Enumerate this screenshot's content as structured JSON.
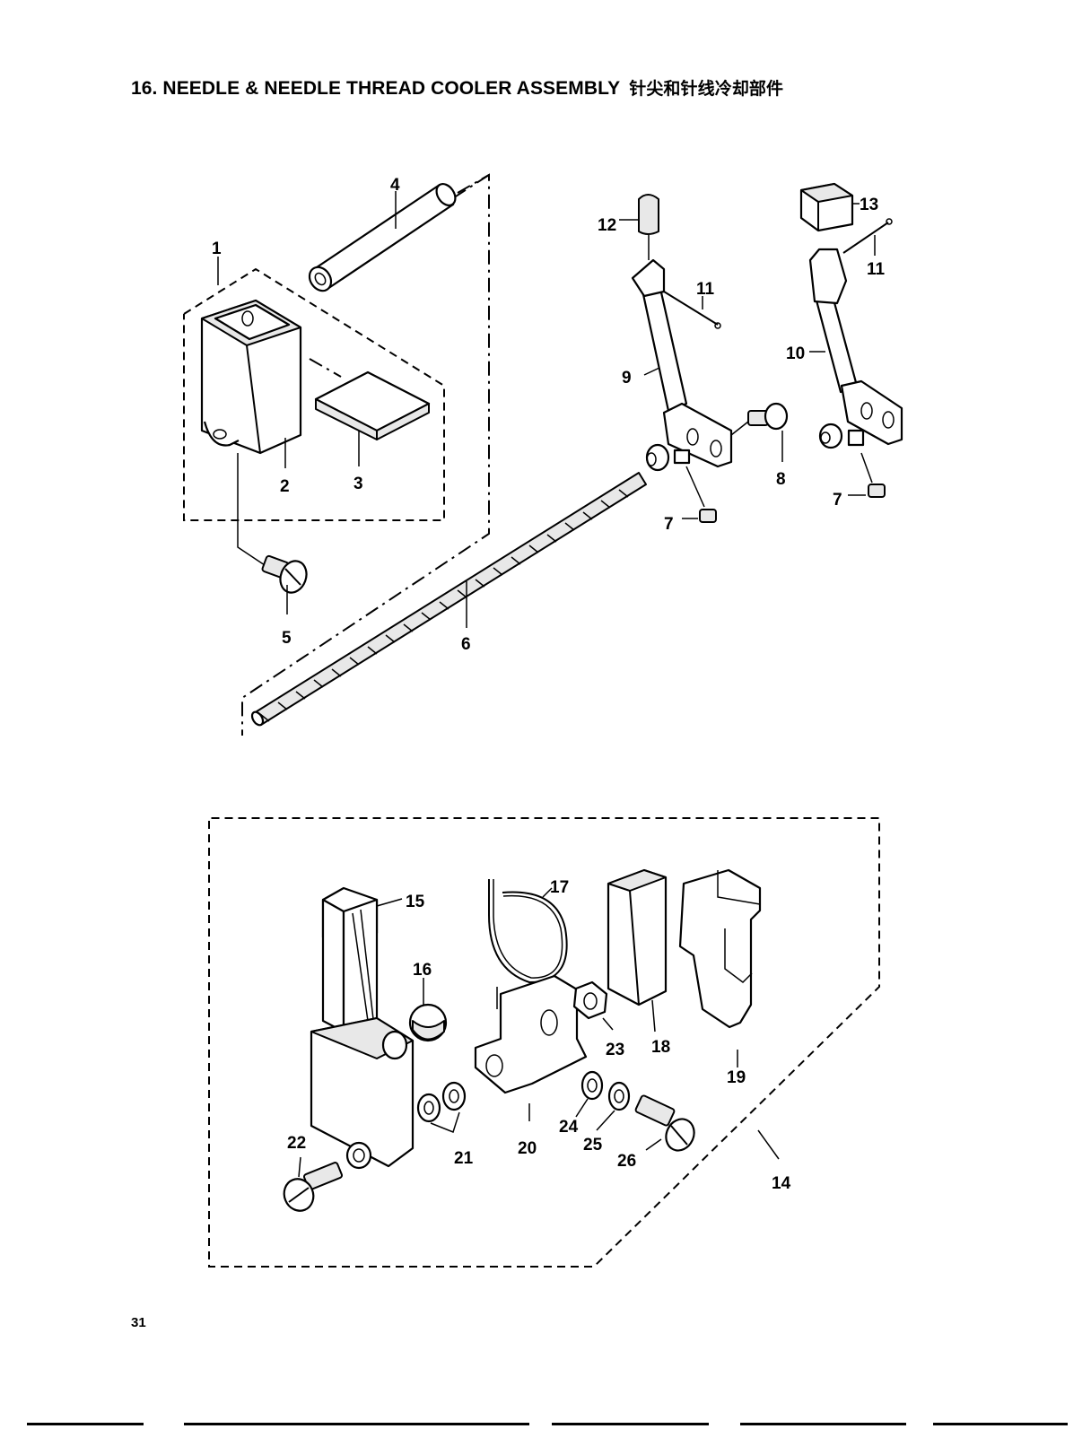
{
  "page": {
    "title": "16. NEEDLE & NEEDLE THREAD COOLER ASSEMBLY",
    "title_zh": "针尖和针线冷却部件",
    "page_number": "31"
  },
  "callouts": {
    "c1": "1",
    "c2": "2",
    "c3": "3",
    "c4": "4",
    "c5": "5",
    "c6": "6",
    "c7a": "7",
    "c7b": "7",
    "c8": "8",
    "c9": "9",
    "c10": "10",
    "c11a": "11",
    "c11b": "11",
    "c12": "12",
    "c13": "13",
    "c14": "14",
    "c15": "15",
    "c16": "16",
    "c17": "17",
    "c18": "18",
    "c19": "19",
    "c20": "20",
    "c21": "21",
    "c22": "22",
    "c23": "23",
    "c24": "24",
    "c25": "25",
    "c26": "26"
  }
}
